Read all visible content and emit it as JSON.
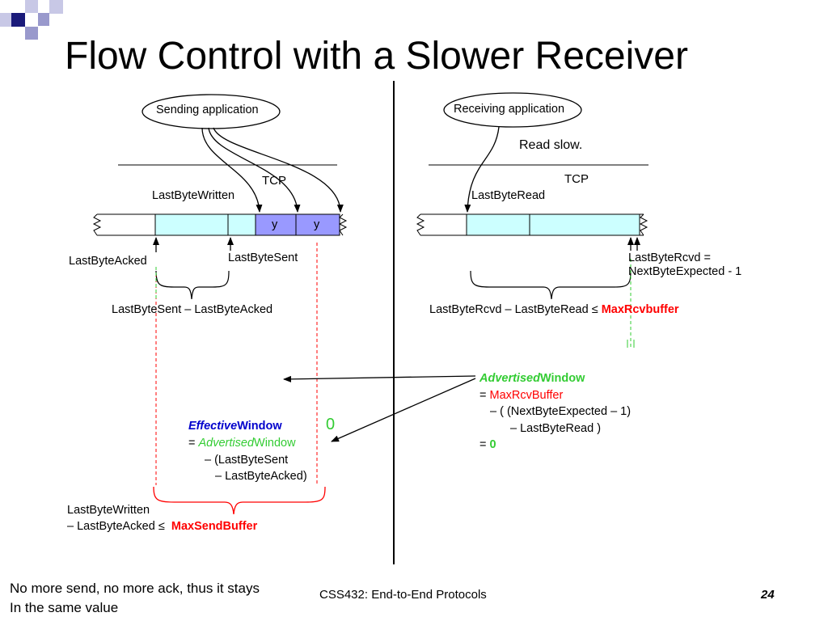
{
  "title": "Flow Control with a Slower Receiver",
  "sender": {
    "app_label": "Sending application",
    "tcp_label": "TCP",
    "last_byte_written": "LastByteWritten",
    "last_byte_acked": "LastByteAcked",
    "last_byte_sent": "LastByteSent",
    "buffer_cells": [
      "y",
      "y"
    ],
    "brace_label": "LastByteSent – LastByteAcked",
    "effective_window": {
      "line1_italic": "Effective",
      "line1_rest": "Window",
      "line2_prefix": "= ",
      "line2_italic": "Advertised",
      "line2_rest": "Window",
      "line3": "– (LastByteSent",
      "line4": "– LastByteAcked)"
    },
    "zero_value": "0",
    "send_buffer_line1": "LastByteWritten",
    "send_buffer_line2": "– LastByteAcked ≤",
    "send_buffer_max": "MaxSendBuffer"
  },
  "receiver": {
    "app_label": "Receiving application",
    "read_slow": "Read slow.",
    "tcp_label": "TCP",
    "last_byte_read": "LastByteRead",
    "last_byte_rcvd_line1": "LastByteRcvd =",
    "last_byte_rcvd_line2": "NextByteExpected - 1",
    "brace_label": "LastByteRcvd – LastByteRead ≤ ",
    "brace_max": "MaxRcvbuffer",
    "advertised_window": {
      "line1_italic": "Advertised",
      "line1_rest": "Window",
      "line2_prefix": "= ",
      "line2_red": "MaxRcvBuffer",
      "line3": "– ( (NextByteExpected – 1)",
      "line4": "– LastByteRead )",
      "line5_prefix": "= ",
      "line5_value": "0"
    }
  },
  "footer": {
    "note_line1": "No more send, no more ack, thus it stays",
    "note_line2": "In the same value",
    "course": "CSS432: End-to-End Protocols",
    "page": "24"
  },
  "colors": {
    "accent_navy": "#1a1a7a",
    "accent_light": "#9999cc",
    "buffer_fill": "#ccffff",
    "sent_fill": "#9999ff",
    "red": "#ff0000",
    "green": "#33cc33",
    "blue": "#0000cc"
  }
}
